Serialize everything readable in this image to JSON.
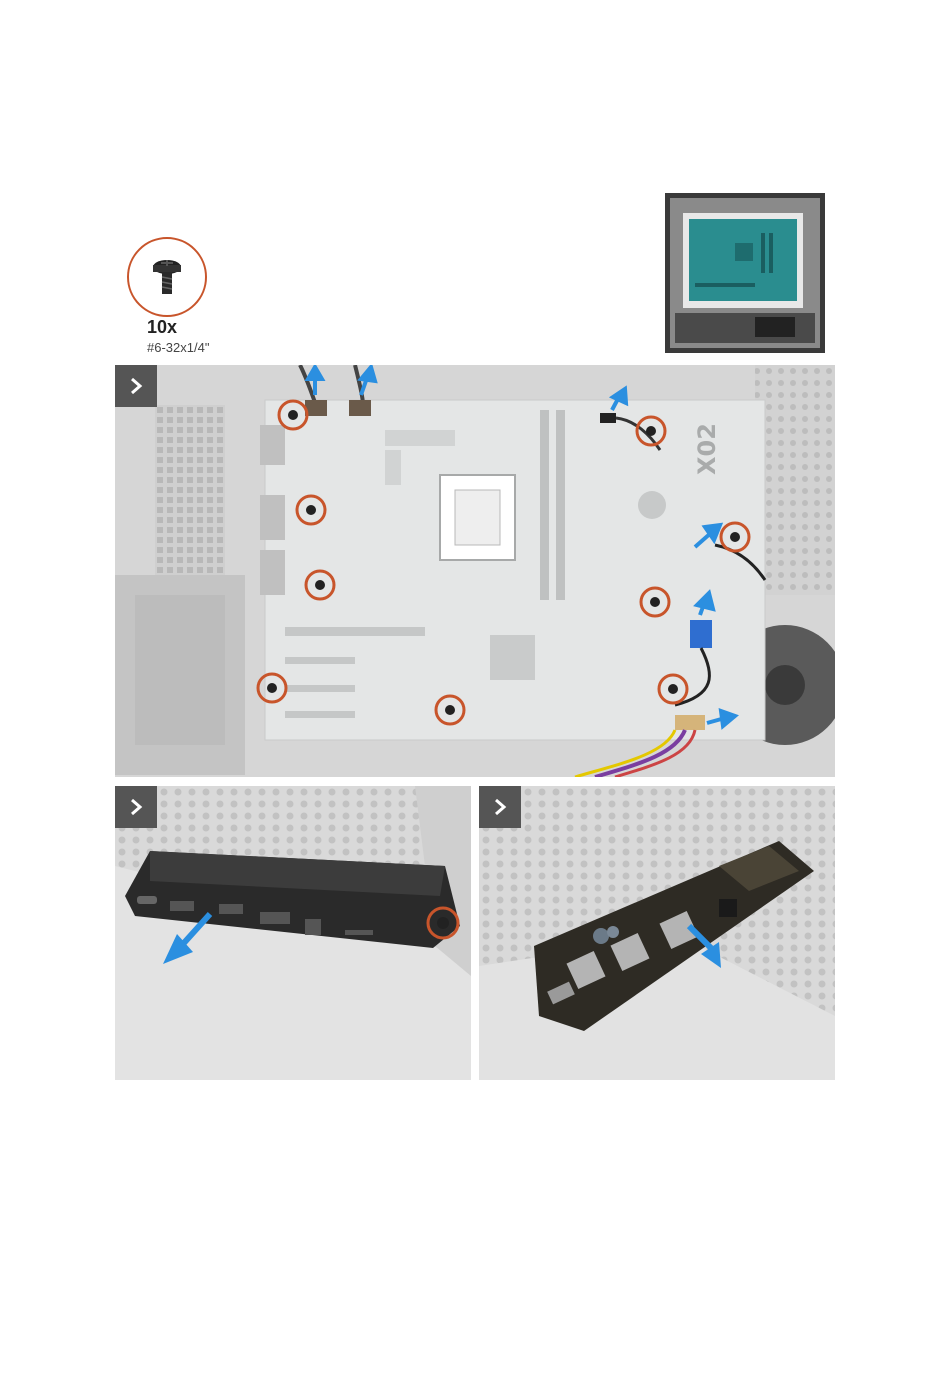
{
  "screw": {
    "count": "10x",
    "spec": "#6-32x1/4\""
  },
  "board_label": "X02",
  "colors": {
    "callout": "#c8552b",
    "arrow": "#2b8fe0",
    "badge": "#555555",
    "board": "#e4e6e6"
  },
  "icons": {
    "step": "chevron-right-icon",
    "screw": "screw-icon",
    "arrow": "removal-arrow-icon"
  }
}
